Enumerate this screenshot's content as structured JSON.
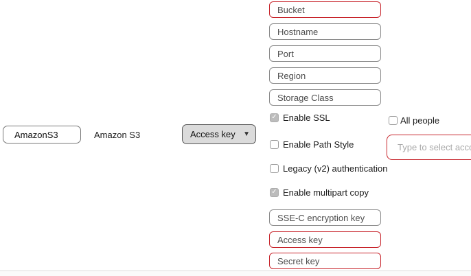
{
  "bookmark": {
    "nickname_value": "AmazonS3",
    "protocol_label": "Amazon S3",
    "auth_method": {
      "selected": "Access key"
    }
  },
  "fields": [
    {
      "placeholder": "Bucket",
      "required": true
    },
    {
      "placeholder": "Hostname",
      "required": false
    },
    {
      "placeholder": "Port",
      "required": false
    },
    {
      "placeholder": "Region",
      "required": false
    },
    {
      "placeholder": "Storage Class",
      "required": false
    },
    {
      "placeholder": "SSE-C encryption key",
      "required": false
    },
    {
      "placeholder": "Access key",
      "required": true
    },
    {
      "placeholder": "Secret key",
      "required": true
    }
  ],
  "checkboxes": [
    {
      "label": "Enable SSL",
      "checked": true
    },
    {
      "label": "Enable Path Style",
      "checked": false
    },
    {
      "label": "Legacy (v2) authentication",
      "checked": false
    },
    {
      "label": "Enable multipart copy",
      "checked": true
    }
  ],
  "permissions": {
    "all_people_label": "All people",
    "all_people_checked": false
  },
  "account_field": {
    "placeholder": "Type to select acco"
  },
  "icons": {
    "checkmark": "✓",
    "dropdown_arrow": "▼"
  },
  "colors": {
    "required_border": "#c7242b",
    "normal_border": "#8a8a8a",
    "dropdown_bg": "#dbdbdb",
    "checked_checkbox_fill": "#bcbcbc",
    "divider": "#dcdcdc"
  }
}
